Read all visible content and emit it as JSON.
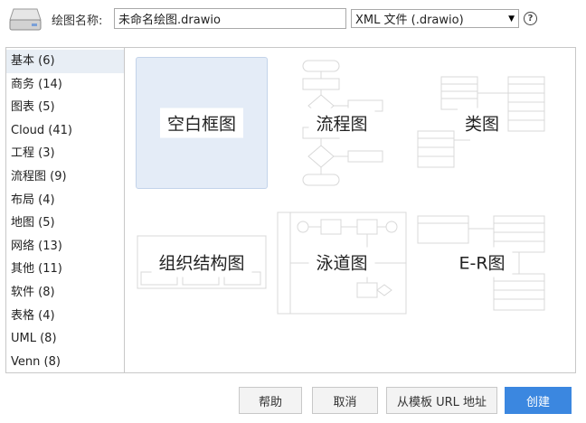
{
  "header": {
    "name_label": "绘图名称:",
    "filename": "未命名绘图.drawio",
    "file_type": "XML 文件 (.drawio)",
    "help_glyph": "?"
  },
  "categories": [
    {
      "label": "基本 (6)",
      "selected": true
    },
    {
      "label": "商务 (14)"
    },
    {
      "label": "图表 (5)"
    },
    {
      "label": "Cloud (41)"
    },
    {
      "label": "工程 (3)"
    },
    {
      "label": "流程图 (9)"
    },
    {
      "label": "布局 (4)"
    },
    {
      "label": "地图 (5)"
    },
    {
      "label": "网络 (13)"
    },
    {
      "label": "其他 (11)"
    },
    {
      "label": "软件 (8)"
    },
    {
      "label": "表格 (4)"
    },
    {
      "label": "UML (8)"
    },
    {
      "label": "Venn (8)"
    }
  ],
  "templates": [
    {
      "label": "空白框图",
      "selected": true
    },
    {
      "label": "流程图"
    },
    {
      "label": "类图"
    },
    {
      "label": "组织结构图"
    },
    {
      "label": "泳道图"
    },
    {
      "label": "E-R图"
    }
  ],
  "buttons": {
    "help": "帮助",
    "cancel": "取消",
    "from_url": "从模板 URL 地址",
    "create": "创建"
  },
  "colors": {
    "primary": "#3b87e0",
    "selection": "#e4ecf7",
    "thumbnail_lines": "#d6d6d6"
  }
}
